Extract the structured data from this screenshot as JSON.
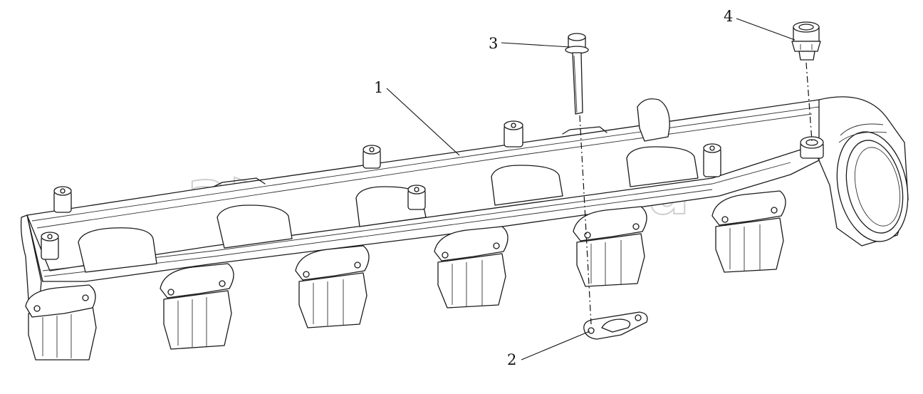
{
  "watermark": "a>autopiter.ru",
  "corner_mark": "",
  "callouts": [
    {
      "id": "1",
      "label": "1"
    },
    {
      "id": "2",
      "label": "2"
    },
    {
      "id": "3",
      "label": "3"
    },
    {
      "id": "4",
      "label": "4"
    }
  ]
}
